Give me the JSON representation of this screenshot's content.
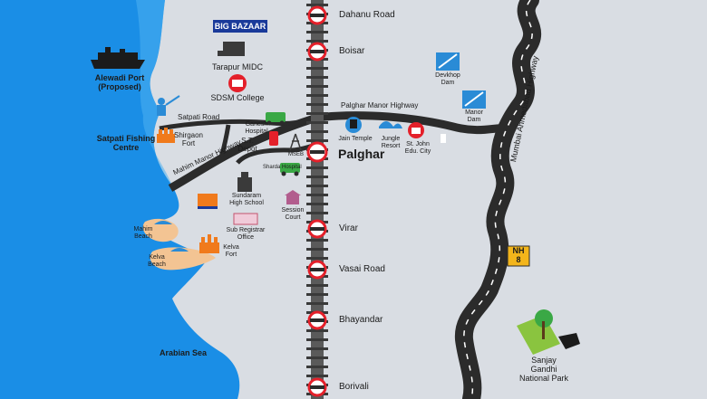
{
  "labels": {
    "big_bazaar": "BIG BAZAAR",
    "alewadi": "Alewadi Port",
    "alewadi_sub": "(Proposed)",
    "tarapur": "Tarapur MIDC",
    "sdsm": "SDSM College",
    "satpati_road": "Satpati Road",
    "satpati_centre_1": "Satpati Fishing",
    "satpati_centre_2": "Centre",
    "shirgaon_1": "Shirgaon",
    "shirgaon_2": "Fort",
    "ganesh_1": "Ganesh",
    "ganesh_2": "Hospital",
    "st_depot_1": "S.T.",
    "st_depot_2": "Depot",
    "mahim_highway": "Mahim Manor Highway",
    "sharda": "Sharda Hospital",
    "msb": "MSEB",
    "sundaram_1": "Sundaram",
    "sundaram_2": "High School",
    "session_1": "Session",
    "session_2": "Court",
    "sub_reg_1": "Sub Registrar",
    "sub_reg_2": "Office",
    "mahim_beach_1": "Mahim",
    "mahim_beach_2": "Beach",
    "kelva_beach_1": "Kelva",
    "kelva_beach_2": "Beach",
    "kelva_fort_1": "Kelva",
    "kelva_fort_2": "Fort",
    "arabian_sea": "Arabian Sea",
    "palghar_manor": "Palghar Manor Highway",
    "jain_temple": "Jain Temple",
    "jungle_1": "Jungle",
    "jungle_2": "Resort",
    "st_john_1": "St. John",
    "st_john_2": "Edu. City",
    "palghar": "Palghar",
    "devkhop_1": "Devkhop",
    "devkhop_2": "Dam",
    "manor_1": "Manor",
    "manor_2": "Dam",
    "mumbai_highway": "Mumbai Ahmedabad Highway",
    "nh_1": "NH",
    "nh_2": "8",
    "sgnp_1": "Sanjay",
    "sgnp_2": "Gandhi",
    "sgnp_3": "National Park"
  },
  "stations": [
    "Dahanu Road",
    "Boisar",
    "Virar",
    "Vasai Road",
    "Bhayandar",
    "Borivali"
  ],
  "colors": {
    "sea": "#1a8ee6",
    "sea_light": "#4fb0f0",
    "land": "#d9dde3",
    "road": "#2b2b2b",
    "station_red": "#e4202a",
    "nh_yellow": "#f3b51b",
    "fort_orange": "#f07a1c",
    "icon_blue": "#2a8bd6",
    "icon_green": "#3aa845",
    "beach_sand": "#f3c493"
  }
}
